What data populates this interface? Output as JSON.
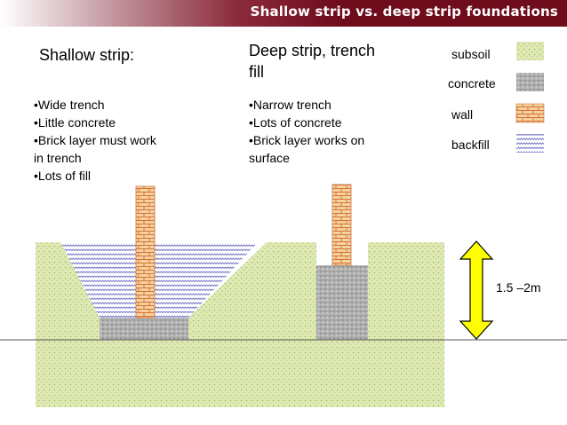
{
  "title": "Shallow strip vs. deep strip foundations",
  "shallow": {
    "heading": "Shallow strip:",
    "bullets": [
      "•Wide trench",
      "•Little concrete",
      "•Brick layer must work in trench",
      "•Lots of fill"
    ]
  },
  "deep": {
    "heading": "Deep strip, trench fill",
    "bullets": [
      "•Narrow trench",
      "•Lots of concrete",
      "•Brick layer works on surface"
    ]
  },
  "legend": {
    "subsoil": "subsoil",
    "concrete": "concrete",
    "wall": "wall",
    "backfill": "backfill"
  },
  "dimension": "1.5 –2m",
  "colors": {
    "title_bar": "#6e0c1c",
    "subsoil": "#d8e6a8",
    "concrete": "#a9a9a9",
    "wall": "#f0c890",
    "backfill": "#b8b8e8",
    "arrow": "#ffff00"
  }
}
